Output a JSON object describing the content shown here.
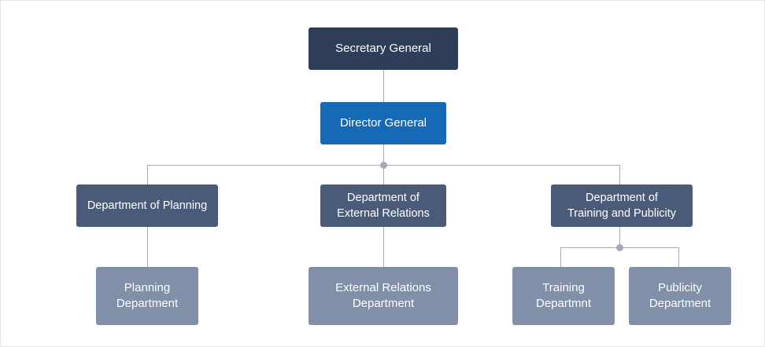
{
  "org_chart": {
    "secretary_general": "Secretary General",
    "director_general": "Director General",
    "departments": [
      {
        "line1": "Department of Planning",
        "line2": ""
      },
      {
        "line1": "Department of",
        "line2": "External Relations"
      },
      {
        "line1": "Department of",
        "line2": "Training and Publicity"
      }
    ],
    "units": [
      {
        "line1": "Planning",
        "line2": "Department"
      },
      {
        "line1": "External Relations",
        "line2": "Department"
      },
      {
        "line1": "Training",
        "line2": "Departmnt"
      },
      {
        "line1": "Publicity",
        "line2": "Department"
      }
    ],
    "colors": {
      "secretary_general": "#2e3d58",
      "director_general": "#1569b5",
      "department": "#4a5a79",
      "unit": "#8190a8",
      "connector": "#a4aab6"
    }
  }
}
